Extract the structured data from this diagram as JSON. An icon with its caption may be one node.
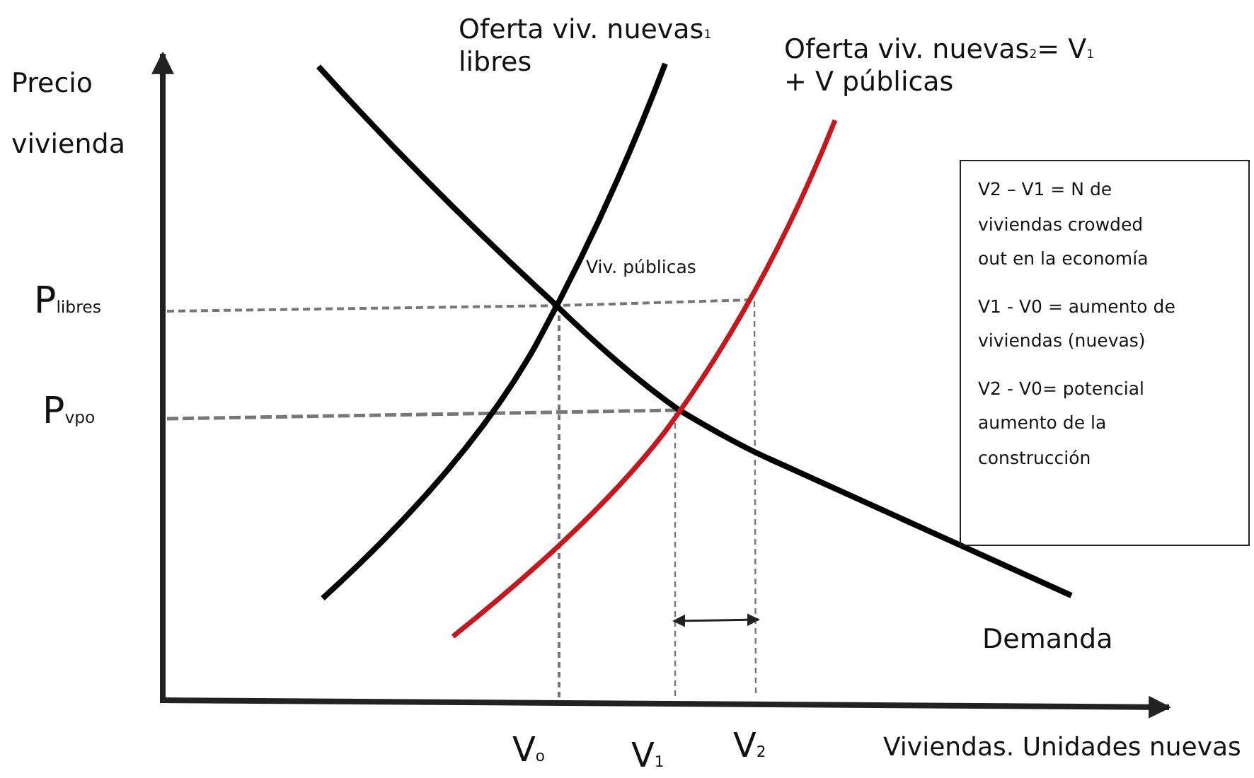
{
  "diagram": {
    "nodes": [
      {
        "text": [
          "V2 – V1 = N de viviendas crowded out en la economía",
          "V1 - V0 = aumento de viviendas (nuevas)",
          "V2 - V0= potencial aumento de la construcción"
        ]
      }
    ],
    "edges": [],
    "labels": [
      "Oferta viv. nuevas$_{1}$ libres",
      "Precio vivienda",
      "Oferta viv. nuevas$_{2}$= V$_{1}$ + V públicas",
      "Viv. públicas",
      "P$_{libres}$",
      "P$_{vpo}$",
      "Demanda",
      "V$_{o}$",
      "V$_{1}$",
      "V$_{2}$",
      "Viviendas. Unidades nuevas"
    ]
  }
}
